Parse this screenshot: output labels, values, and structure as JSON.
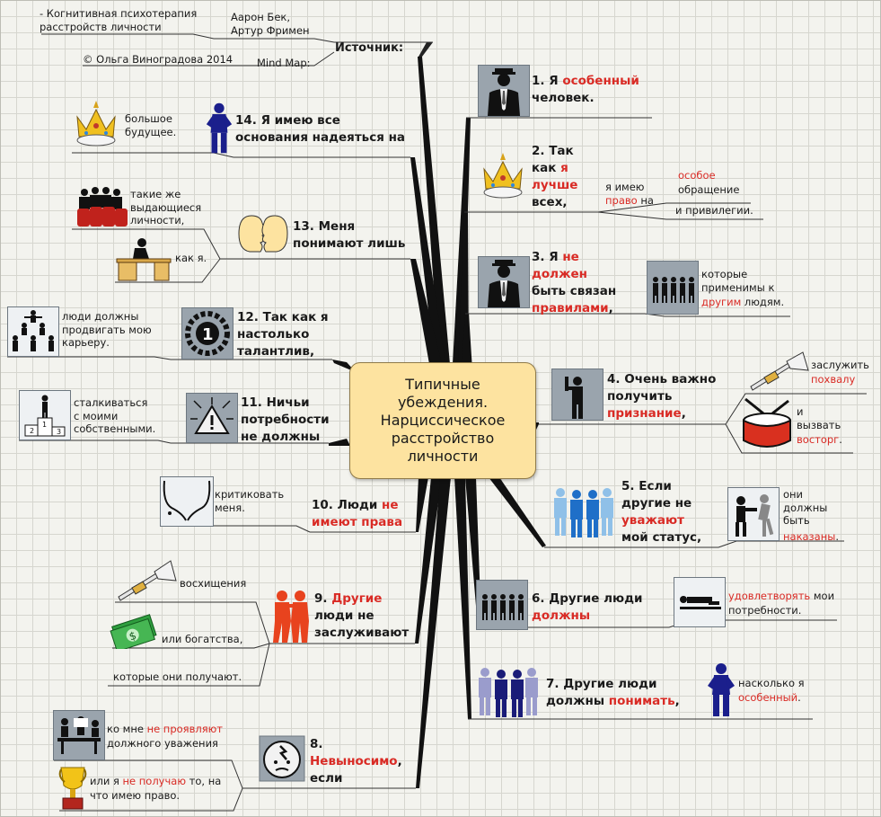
{
  "center": "Типичные\nубеждения.\nНарциссическое\nрасстройство\nличности",
  "source": {
    "title": "Источник:",
    "book": "- Когнитивная психотерапия\nрасстройств личности",
    "authors": "Аарон Бек,\nАртур Фримен",
    "credit": "© Ольга Виноградова 2014",
    "mindmap": "Mind Map:"
  },
  "b1": {
    "n": "1. Я ",
    "r": "особенный",
    "t": "человек."
  },
  "b2": {
    "a": "2. Так",
    "b": "как ",
    "r1": "я",
    "r2": "лучше",
    "c": "всех,",
    "s1a": "я имею",
    "s1r": "право",
    "s1b": " на",
    "s2r": "особое",
    "s2b": "обращение",
    "s3": "и привилегии."
  },
  "b3": {
    "a": "3. Я ",
    "r1": "не",
    "r2": "должен",
    "b": "быть связан",
    "r3": "правилами",
    "c": ",",
    "s1": "которые\nприменимы к",
    "s1r": "другим",
    "s1b": " людям."
  },
  "b4": {
    "a": "4. Очень важно",
    "b": "получить",
    "r": "признание",
    "c": ",",
    "s1": "заслужить",
    "s1r": "похвалу",
    "s2a": "и\nвызвать",
    "s2r": "восторг",
    "s2b": "."
  },
  "b5": {
    "a": "5. Если",
    "b": "другие не",
    "r": "уважают",
    "c": "мой статус,",
    "s1": "они\nдолжны\nбыть",
    "s1r": "наказаны",
    "s1b": "."
  },
  "b6": {
    "a": "6. Другие люди",
    "r": "должны",
    "s1r": "удовлетворять",
    "s1a": " мои",
    "s1b": "потребности."
  },
  "b7": {
    "a": "7. Другие люди",
    "b": "должны ",
    "r": "понимать",
    "c": ",",
    "s1a": "насколько я",
    "s1r": "особенный",
    "s1b": "."
  },
  "b8": {
    "a": "8.",
    "r": "Невыносимо",
    "b": ",",
    "c": "если",
    "s1a": "ко мне ",
    "s1r": "не проявляют",
    "s1b": "должного уважения",
    "s2a": "или я ",
    "s2r": "не получаю",
    "s2b": " то, на",
    "s2c": "что имею право."
  },
  "b9": {
    "a": "9. ",
    "r": "Другие",
    "b": "люди не",
    "c": "заслуживают",
    "s1": "восхищения",
    "s2": "или богатства,",
    "s3": "которые они получают."
  },
  "b10": {
    "a": "10. Люди ",
    "r1": "не",
    "r2": "имеют права",
    "s1": "критиковать\nменя."
  },
  "b11": {
    "t": "11. Ничьи\nпотребности\nне должны",
    "s1": "сталкиваться\nс моими\nсобственными."
  },
  "b12": {
    "t": "12. Так как я\nнастолько\nталантлив,",
    "s1": "люди должны\nпродвигать мою\nкарьеру."
  },
  "b13": {
    "t": "13. Меня\nпонимают лишь",
    "s1": "такие же\nвыдающиеся\nличности,",
    "s2": "как я."
  },
  "b14": {
    "t": "14. Я имею все\nоснования надеяться на",
    "s1": "большое\nбудущее."
  }
}
